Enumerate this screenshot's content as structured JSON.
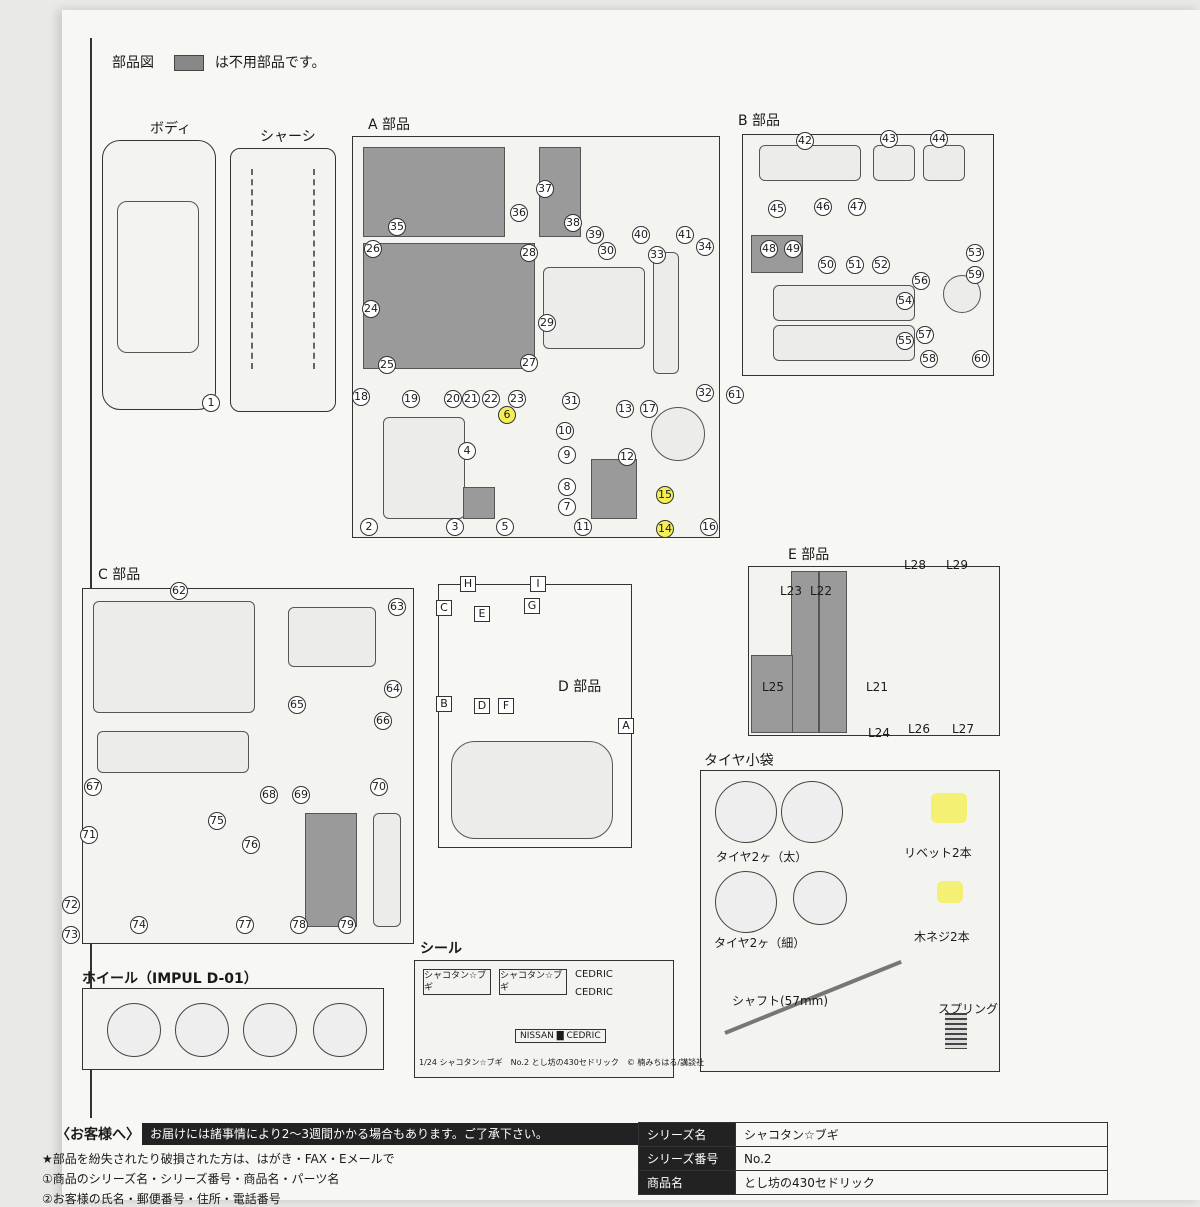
{
  "header": {
    "title": "部品図",
    "legend_text": "は不用部品です。"
  },
  "sections": {
    "body": "ボディ",
    "chassis": "シャーシ",
    "a": "A 部品",
    "b": "B 部品",
    "c": "C 部品",
    "d": "D 部品",
    "e": "E 部品",
    "wheel": "ホイール（IMPUL D-01）",
    "seal": "シール",
    "tire_bag": "タイヤ小袋"
  },
  "tire_bag": {
    "tire_thick": "タイヤ2ヶ（太）",
    "tire_thin": "タイヤ2ヶ（細）",
    "rivet": "リベット2本",
    "screw": "木ネジ2本",
    "shaft": "シャフト(57mm)",
    "spring": "スプリング"
  },
  "seal": {
    "logo1": "シャコタン☆ブギ",
    "logo2": "シャコタン☆ブギ",
    "cedric1": "CEDRIC",
    "cedric2": "CEDRIC",
    "nissan": "NISSAN ▇ CEDRIC",
    "footer": "1/24 シャコタン☆ブギ　No.2 とし坊の430セドリック　© 楠みちはる/講談社"
  },
  "notice": {
    "title": "〈お客様へ〉",
    "bar": "お届けには諸事情により2～3週間かかる場合もあります。ご了承下さい。",
    "line1": "★部品を紛失されたり破損された方は、はがき・FAX・Eメールで",
    "line2": "①商品のシリーズ名・シリーズ番号・商品名・パーツ名",
    "line3": "②お客様の氏名・郵便番号・住所・電話番号"
  },
  "info_table": [
    {
      "key": "シリーズ名",
      "value": "シャコタン☆ブギ"
    },
    {
      "key": "シリーズ番号",
      "value": "No.2"
    },
    {
      "key": "商品名",
      "value": "とし坊の430セドリック"
    }
  ],
  "part_numbers": {
    "a": [
      "35",
      "36",
      "37",
      "38",
      "39",
      "40",
      "41",
      "26",
      "28",
      "30",
      "33",
      "34",
      "24",
      "29",
      "25",
      "27",
      "18",
      "19",
      "20",
      "21",
      "22",
      "23",
      "31",
      "32",
      "2",
      "3",
      "4",
      "5",
      "6",
      "10",
      "9",
      "8",
      "7",
      "11",
      "12",
      "13",
      "17",
      "15",
      "14",
      "16"
    ],
    "b": [
      "42",
      "43",
      "44",
      "45",
      "46",
      "47",
      "48",
      "49",
      "50",
      "51",
      "52",
      "53",
      "56",
      "59",
      "54",
      "55",
      "57",
      "58",
      "60",
      "61"
    ],
    "c": [
      "62",
      "63",
      "64",
      "65",
      "66",
      "67",
      "68",
      "69",
      "70",
      "71",
      "72",
      "73",
      "74",
      "75",
      "76",
      "77",
      "78",
      "79"
    ],
    "d": [
      "H",
      "I",
      "C",
      "E",
      "G",
      "B",
      "D",
      "F",
      "A"
    ],
    "e": [
      "L23",
      "L22",
      "L28",
      "L29",
      "L25",
      "L21",
      "L24",
      "L26",
      "L27"
    ]
  },
  "colors": {
    "unused_part": "#9a9a9a",
    "highlight": "#f3ef55"
  }
}
